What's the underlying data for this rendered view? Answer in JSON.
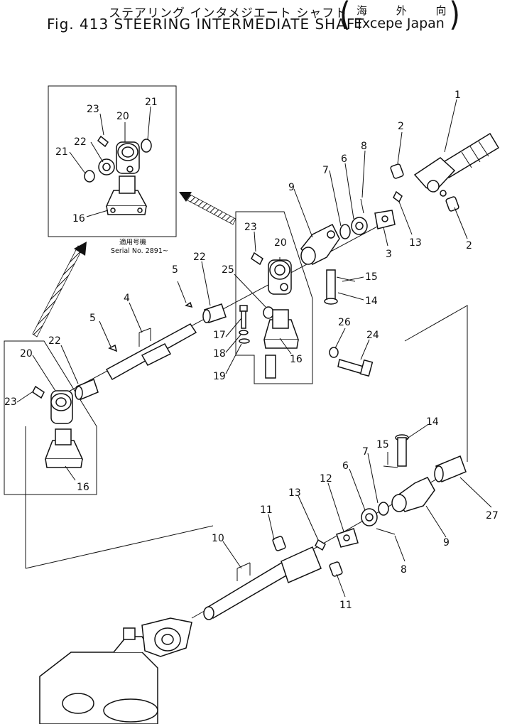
{
  "header": {
    "title_jp": "ステアリング インタメジエート シャフト",
    "title_en": "Fig. 413 STEERING INTERMEDIATE SHAFT",
    "region_jp": "海 外 向",
    "region_en": "Excepe Japan"
  },
  "inset": {
    "label_jp": "適用号機",
    "serial": "Serial No. 2891~"
  },
  "callouts": {
    "c1": "1",
    "c2a": "2",
    "c2b": "2",
    "c3": "3",
    "c4": "4",
    "c5a": "5",
    "c5b": "5",
    "c6a": "6",
    "c6b": "6",
    "c7a": "7",
    "c7b": "7",
    "c8a": "8",
    "c8b": "8",
    "c9a": "9",
    "c9b": "9",
    "c10": "10",
    "c11a": "11",
    "c11b": "11",
    "c12": "12",
    "c13a": "13",
    "c13b": "13",
    "c14a": "14",
    "c14b": "14",
    "c15a": "15",
    "c15b": "15",
    "c16a": "16",
    "c16b": "16",
    "c16c": "16",
    "c17": "17",
    "c18": "18",
    "c19": "19",
    "c20a": "20",
    "c20b": "20",
    "c20c": "20",
    "c21a": "21",
    "c21b": "21",
    "c22a": "22",
    "c22b": "22",
    "c22c": "22",
    "c23a": "23",
    "c23b": "23",
    "c23c": "23",
    "c24": "24",
    "c25": "25",
    "c26": "26",
    "c27": "27"
  }
}
